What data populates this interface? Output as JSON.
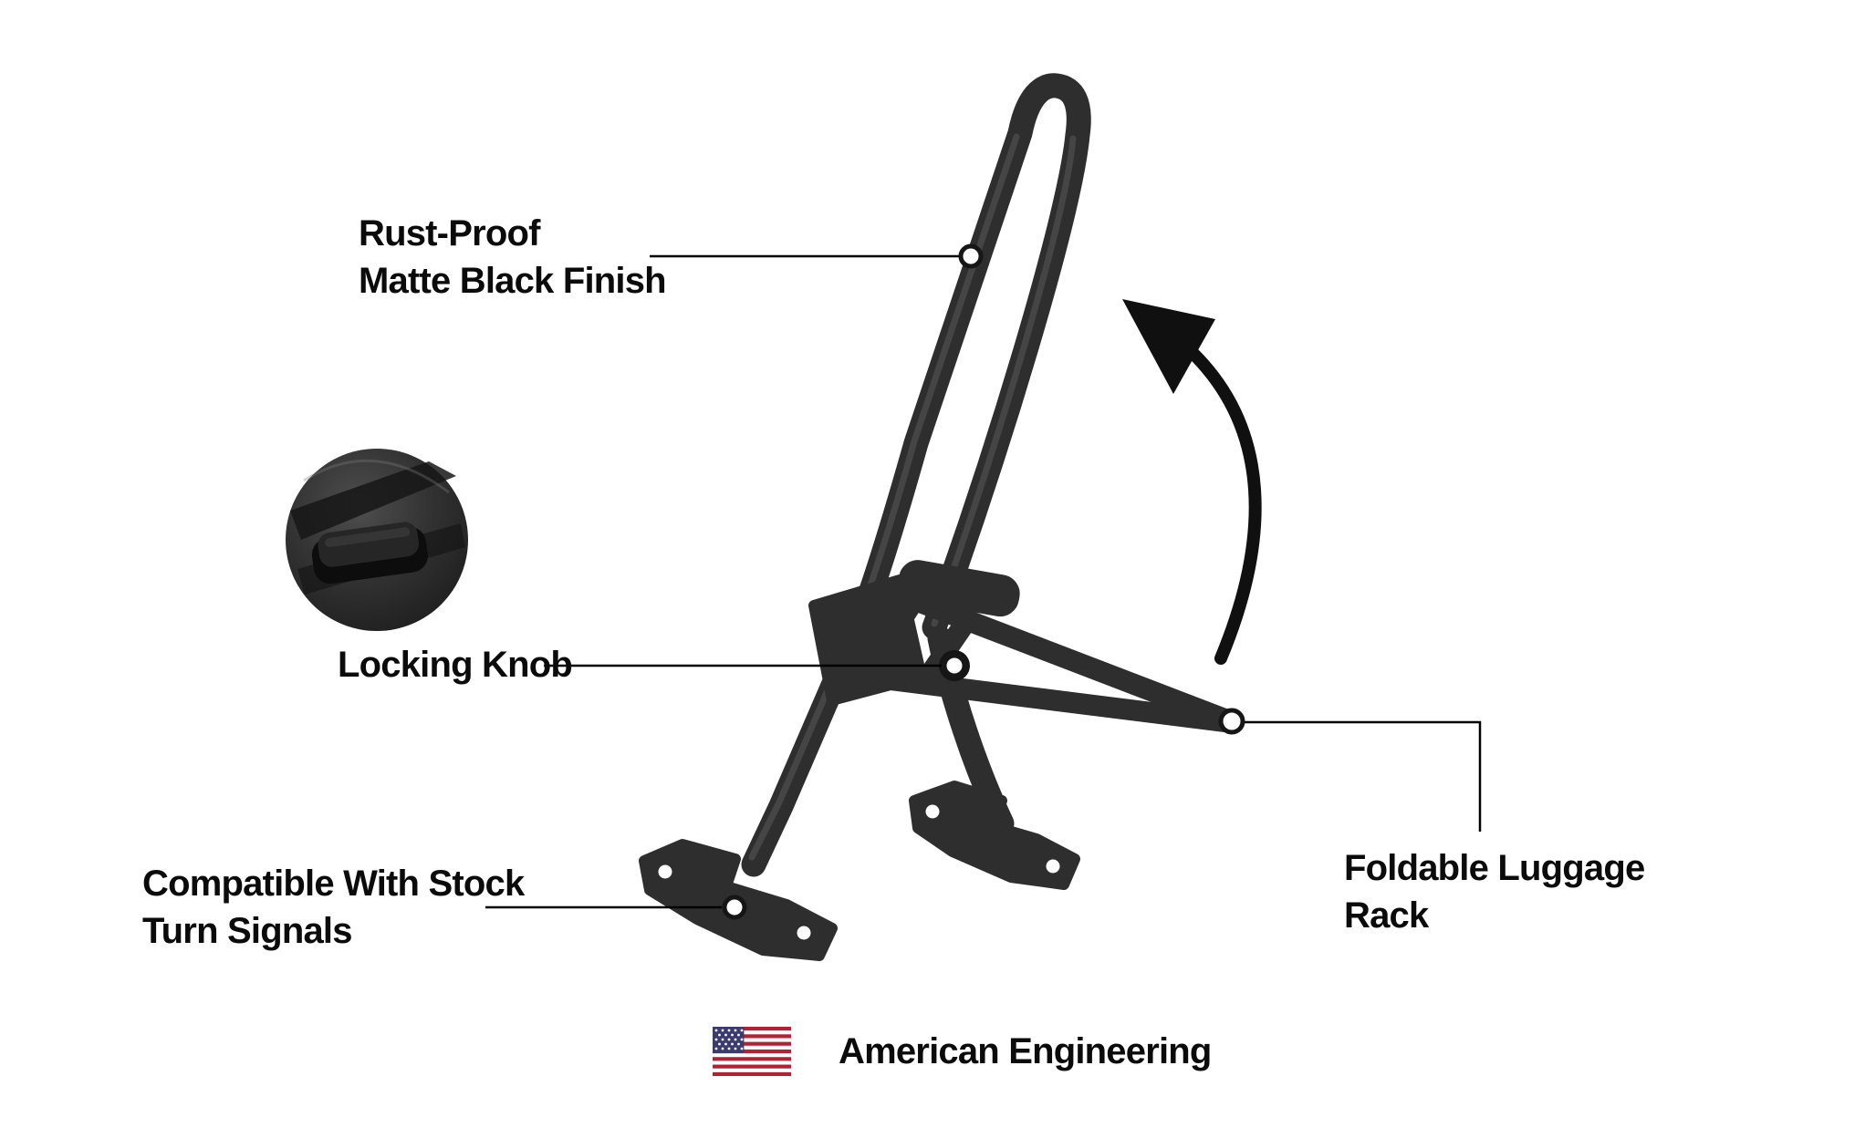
{
  "callouts": {
    "rust_proof": {
      "label": "Rust-Proof\nMatte Black Finish"
    },
    "locking_knob": {
      "label": "Locking Knob"
    },
    "turn_signals": {
      "label": "Compatible With Stock\nTurn Signals"
    },
    "luggage_rack": {
      "label": "Foldable Luggage\nRack"
    }
  },
  "footer": {
    "label": "American Engineering"
  },
  "icons": {
    "flag": "us-flag-icon",
    "fold_arrow": "fold-direction-arrow-icon",
    "callout_marker": "point-marker"
  },
  "illustration": {
    "colors": {
      "tube": "#2e2e2e",
      "tube_highlight": "#4d4d4d",
      "callout_line": "#000000",
      "marker_fill": "#ffffff",
      "marker_ring": "#161616",
      "flag_red": "#B22234",
      "flag_blue": "#3C3B6E"
    }
  }
}
